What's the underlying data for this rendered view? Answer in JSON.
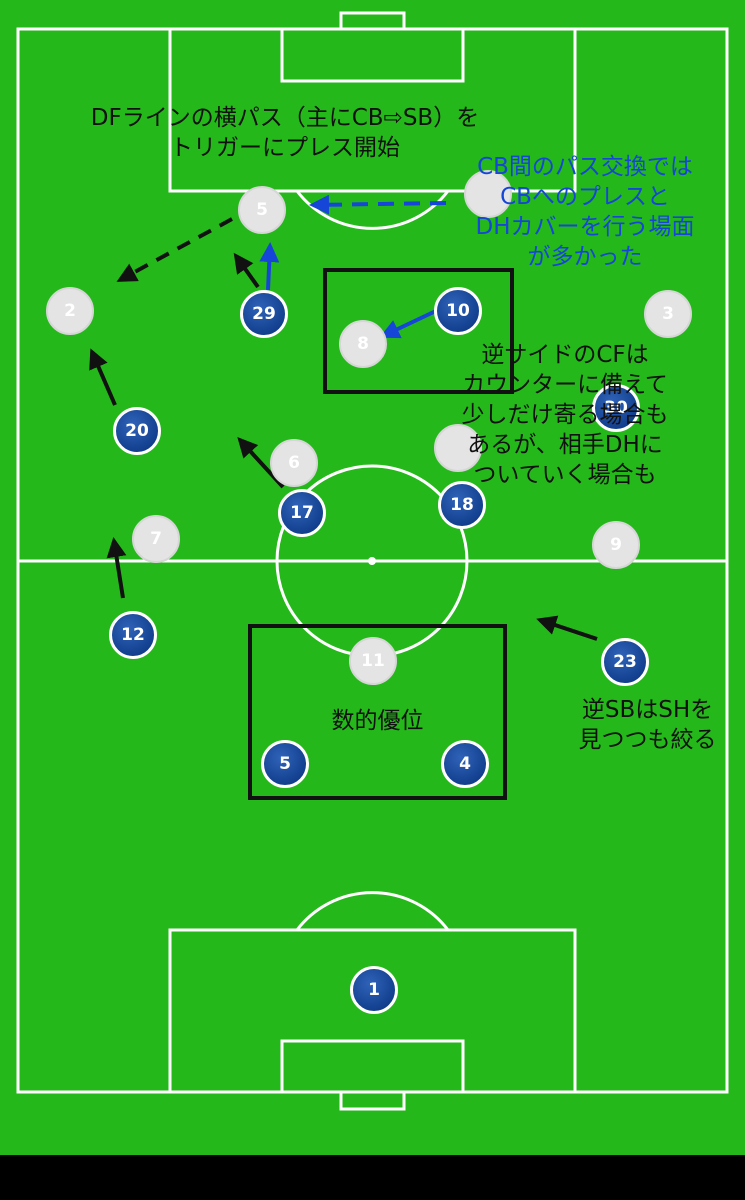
{
  "players": {
    "away": [
      {
        "id": "a5",
        "number": "5"
      },
      {
        "id": "a2",
        "number": "2"
      },
      {
        "id": "a3",
        "number": "3"
      },
      {
        "id": "a8",
        "number": "8"
      },
      {
        "id": "a6",
        "number": "6"
      },
      {
        "id": "a4",
        "number": ""
      },
      {
        "id": "a7",
        "number": "7"
      },
      {
        "id": "a9",
        "number": "9"
      },
      {
        "id": "a11",
        "number": "11"
      },
      {
        "id": "a10",
        "number": ""
      },
      {
        "id": "a1",
        "number": ""
      }
    ],
    "home": [
      {
        "id": "h29",
        "number": "29"
      },
      {
        "id": "h10",
        "number": "10"
      },
      {
        "id": "h20",
        "number": "20"
      },
      {
        "id": "h30",
        "number": "30"
      },
      {
        "id": "h17",
        "number": "17"
      },
      {
        "id": "h18",
        "number": "18"
      },
      {
        "id": "h12",
        "number": "12"
      },
      {
        "id": "h23",
        "number": "23"
      },
      {
        "id": "h5",
        "number": "5"
      },
      {
        "id": "h4",
        "number": "4"
      },
      {
        "id": "h1",
        "number": "1"
      }
    ]
  },
  "annotations": {
    "trigger": [
      "DFラインの横パス（主にCB⇨SB）を",
      "トリガーにプレス開始"
    ],
    "cb_pass": [
      "CB間のパス交換では",
      "CBへのプレスと",
      "DHカバーを行う場面",
      "が多かった"
    ],
    "far_cf": [
      "逆サイドのCFは",
      "カウンターに備えて",
      "少しだけ寄る場合も",
      "あるが、相手DHに",
      "ついていく場合も"
    ],
    "numerical": "数的優位",
    "far_sb": [
      "逆SBはSHを",
      "見つつも絞る"
    ]
  },
  "colors": {
    "pitch": "#25b81b",
    "home_player": "#13408f",
    "away_player": "#e4e4e4",
    "blue_arrow": "#1646d8",
    "black_arrow": "#111111",
    "line": "#ffffff"
  }
}
